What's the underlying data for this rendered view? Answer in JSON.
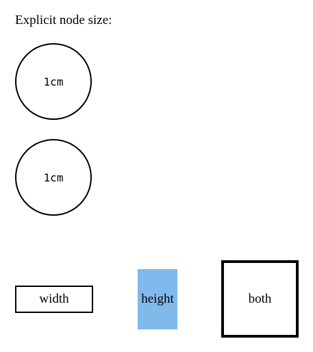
{
  "heading": "Explicit node size:",
  "circles": [
    {
      "label": "1cm"
    },
    {
      "label": "1cm"
    }
  ],
  "boxes": {
    "width": {
      "label": "width"
    },
    "height": {
      "label": "height",
      "fill": "#80b9ec"
    },
    "both": {
      "label": "both"
    }
  }
}
